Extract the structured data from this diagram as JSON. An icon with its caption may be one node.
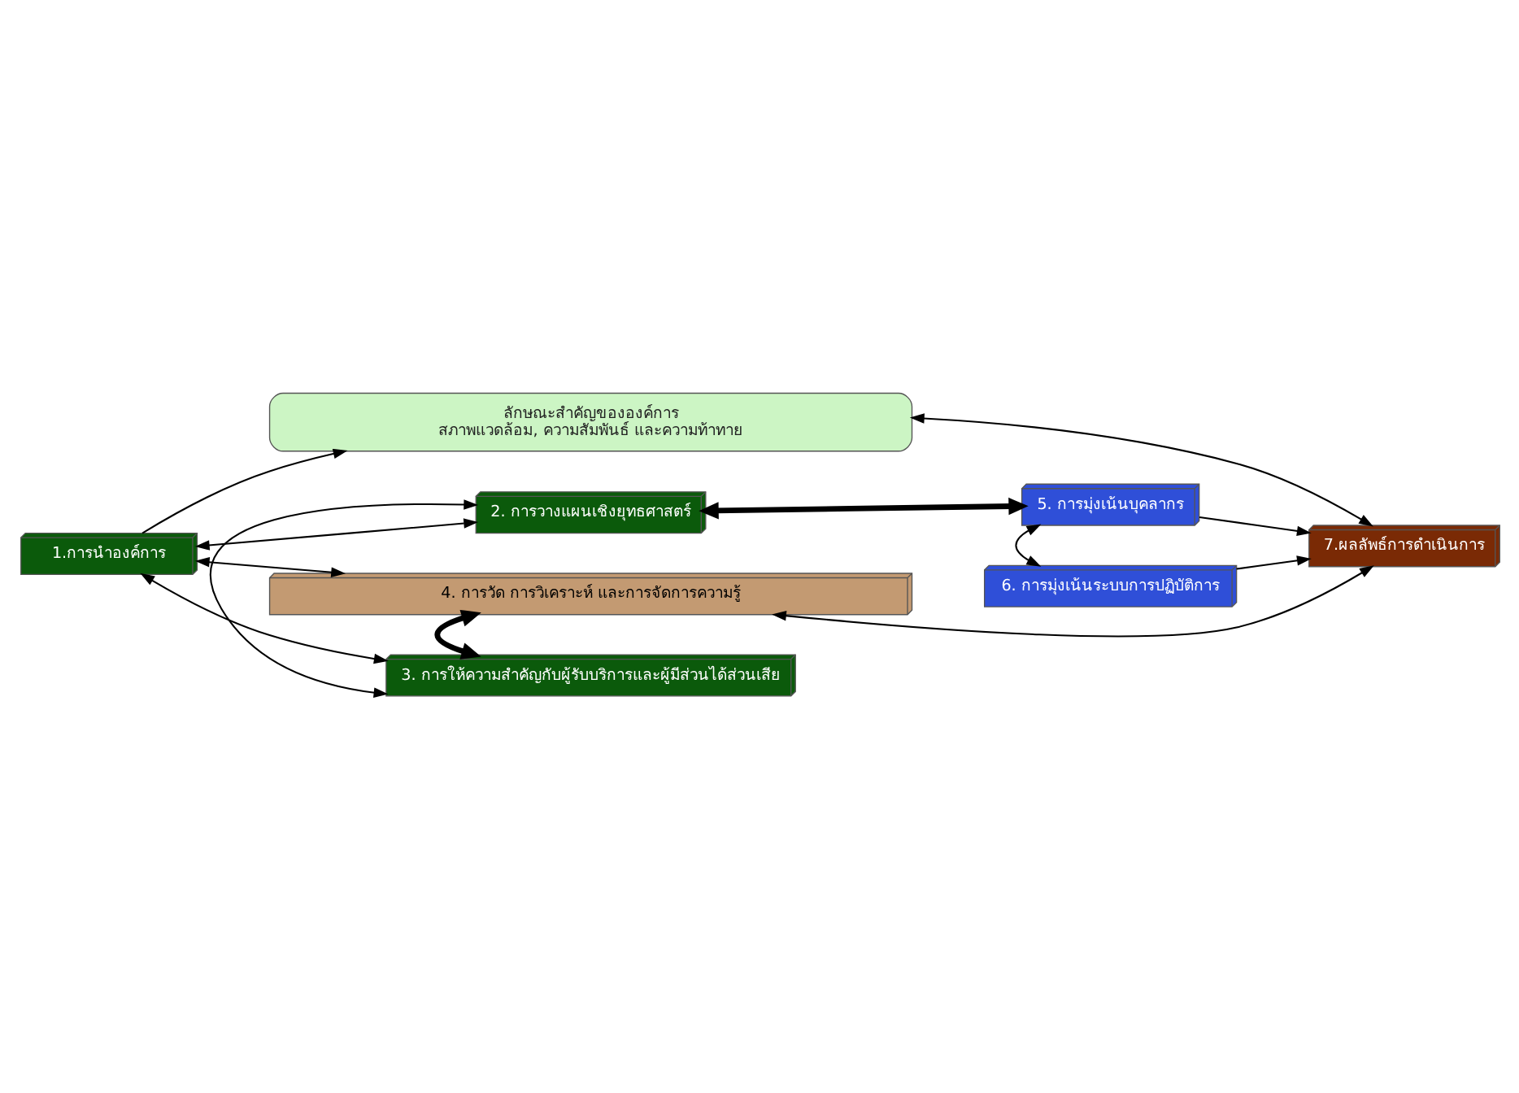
{
  "diagram": {
    "nodes": [
      {
        "text": [
          "ลักษณะสำคัญขององค์การ",
          "สภาพแวดล้อม, ความสัมพันธ์ และความท้าทาย"
        ]
      },
      {
        "text": [
          "1.การนำองค์การ"
        ]
      },
      {
        "text": [
          "2. การวางแผนเชิงยุทธศาสตร์"
        ]
      },
      {
        "text": [
          "3. การให้ความสำคัญกับผู้รับบริการและผู้มีส่วนได้ส่วนเสีย"
        ]
      },
      {
        "text": [
          "4. การวัด การวิเคราะห์ และการจัดการความรู้"
        ]
      },
      {
        "text": [
          "5. การมุ่งเน้นบุคลากร"
        ]
      },
      {
        "text": [
          "6. การมุ่งเน้นระบบการปฏิบัติการ"
        ]
      },
      {
        "text": [
          "7.ผลลัพธ์การดำเนินการ"
        ]
      }
    ],
    "edges": [
      {
        "from": 1,
        "to": 0,
        "arrow": "to"
      },
      {
        "from": 0,
        "to": 7,
        "arrow": "both"
      },
      {
        "from": 1,
        "to": 2,
        "arrow": "both"
      },
      {
        "from": 1,
        "to": 3,
        "arrow": "both"
      },
      {
        "from": 2,
        "to": 3,
        "arrow": "both"
      },
      {
        "from": 5,
        "to": 6,
        "arrow": "both"
      },
      {
        "from": 2,
        "to": 5,
        "arrow": "both",
        "style": "thick"
      },
      {
        "from": 4,
        "to": 3,
        "arrow": "both",
        "style": "thick"
      },
      {
        "from": 5,
        "to": 7,
        "arrow": "to"
      },
      {
        "from": 6,
        "to": 7,
        "arrow": "to"
      },
      {
        "from": 1,
        "to": 4,
        "arrow": "both"
      },
      {
        "from": 7,
        "to": 4,
        "arrow": "both"
      }
    ]
  }
}
